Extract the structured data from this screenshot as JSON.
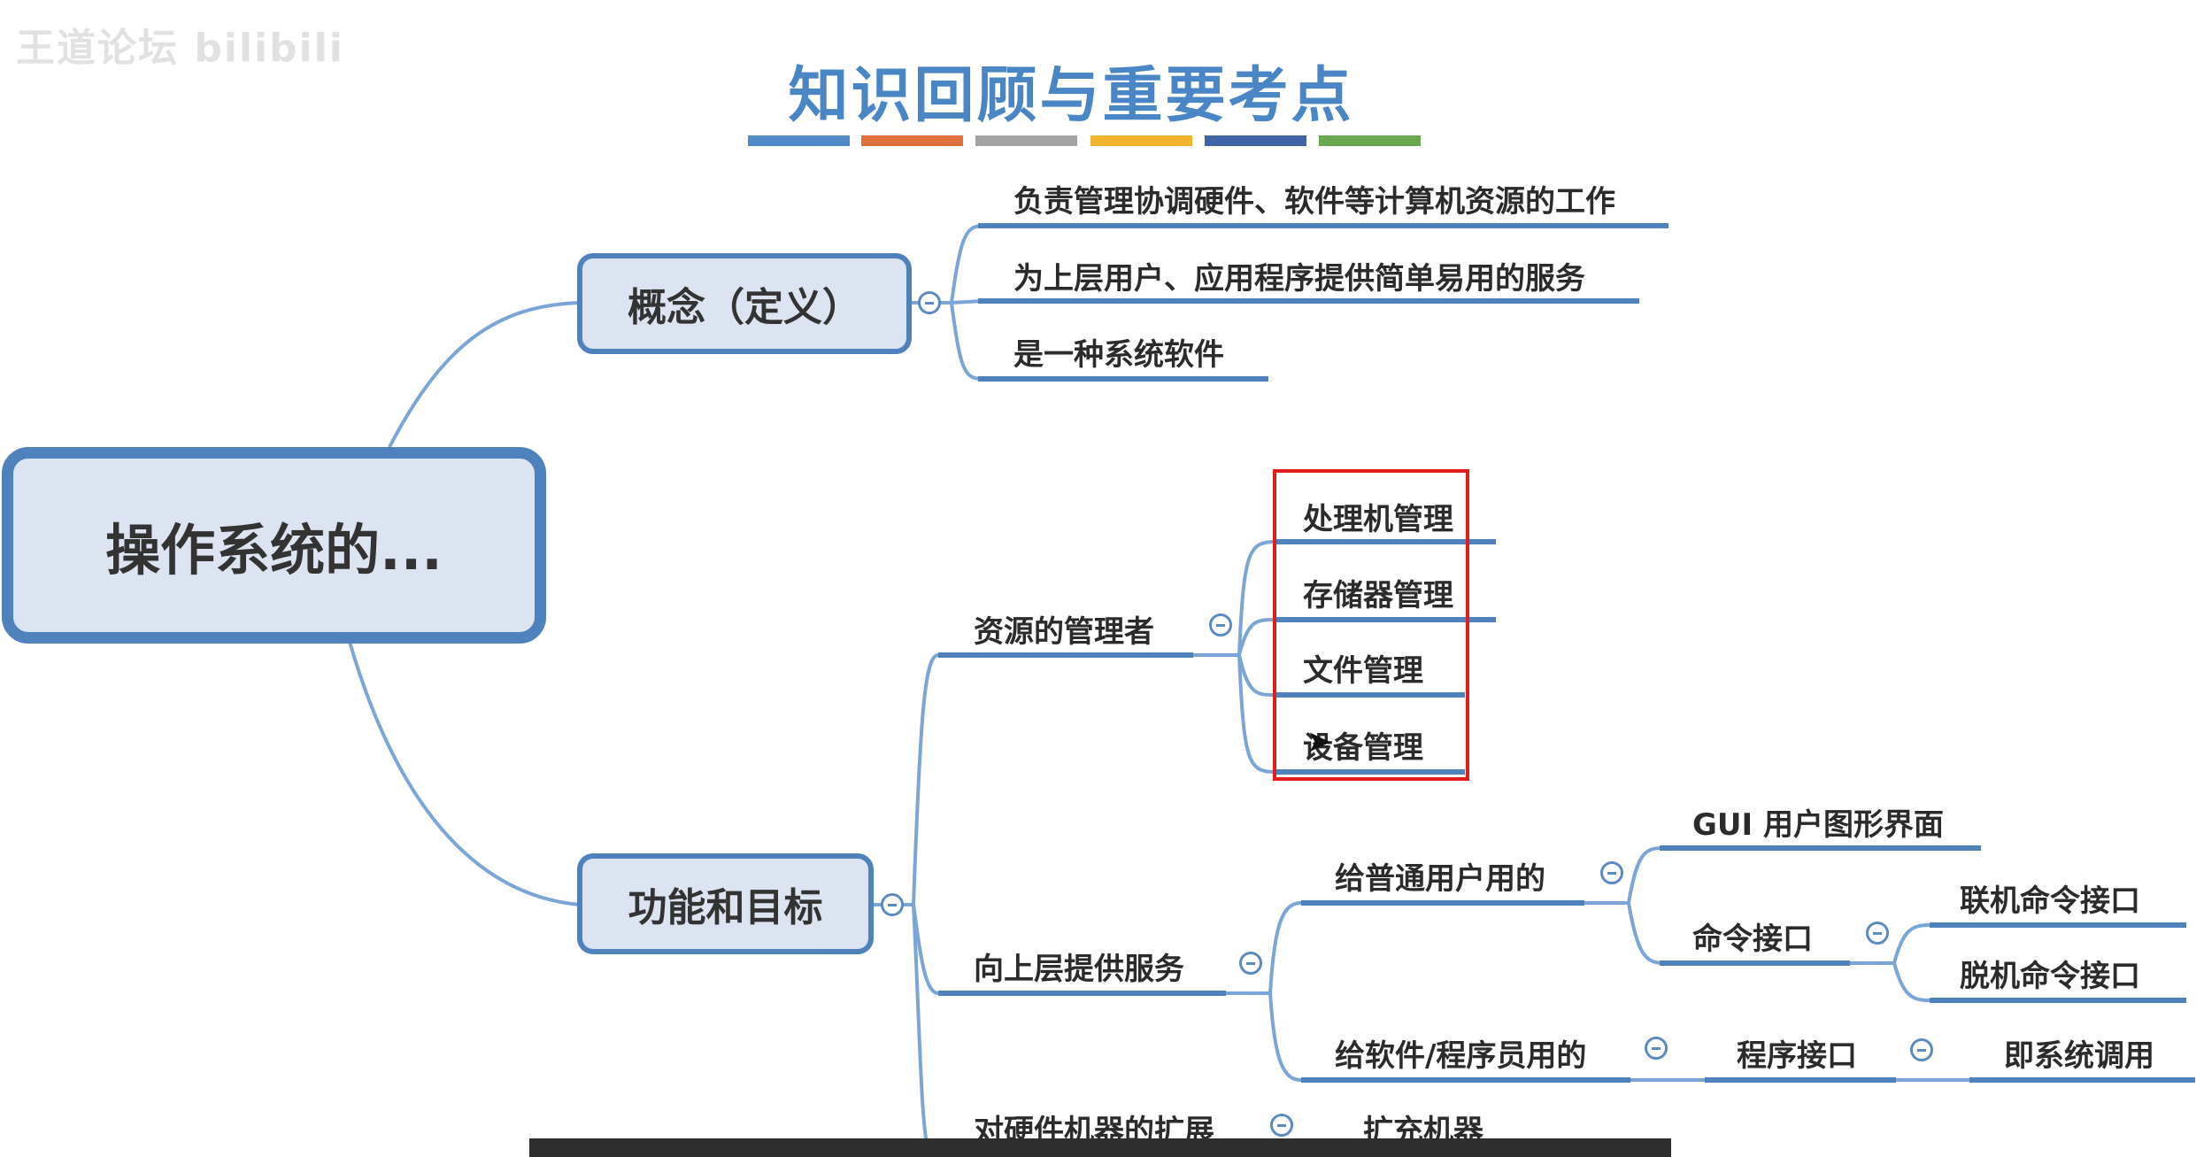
{
  "watermark": "王道论坛 bilibili",
  "title": "知识回顾与重要考点",
  "stripe_colors": [
    "#4f8ac9",
    "#e0703a",
    "#a3a3a3",
    "#f2b42c",
    "#3f64a8",
    "#6aa84f"
  ],
  "root": {
    "label": "操作系统的..."
  },
  "concept": {
    "label": "概念（定义）",
    "items": [
      "负责管理协调硬件、软件等计算机资源的工作",
      "为上层用户、应用程序提供简单易用的服务",
      "是一种系统软件"
    ]
  },
  "functions": {
    "label": "功能和目标",
    "resource_manager": {
      "label": "资源的管理者",
      "items": [
        "处理机管理",
        "存储器管理",
        "文件管理",
        "设备管理"
      ]
    },
    "services": {
      "label": "向上层提供服务",
      "for_users": {
        "label": "给普通用户用的",
        "gui": "GUI 用户图形界面",
        "command": {
          "label": "命令接口",
          "items": [
            "联机命令接口",
            "脱机命令接口"
          ]
        }
      },
      "for_programmers": {
        "label": "给软件/程序员用的",
        "program_interface": "程序接口",
        "syscall": "即系统调用"
      }
    },
    "extension": {
      "label": "对硬件机器的扩展",
      "child": "扩充机器"
    }
  },
  "colors": {
    "line": "#7aa5d6",
    "box_border": "#4f81bd",
    "box_fill": "#dbe4f0",
    "highlight": "#e01c1c",
    "title": "#4a86c5"
  }
}
